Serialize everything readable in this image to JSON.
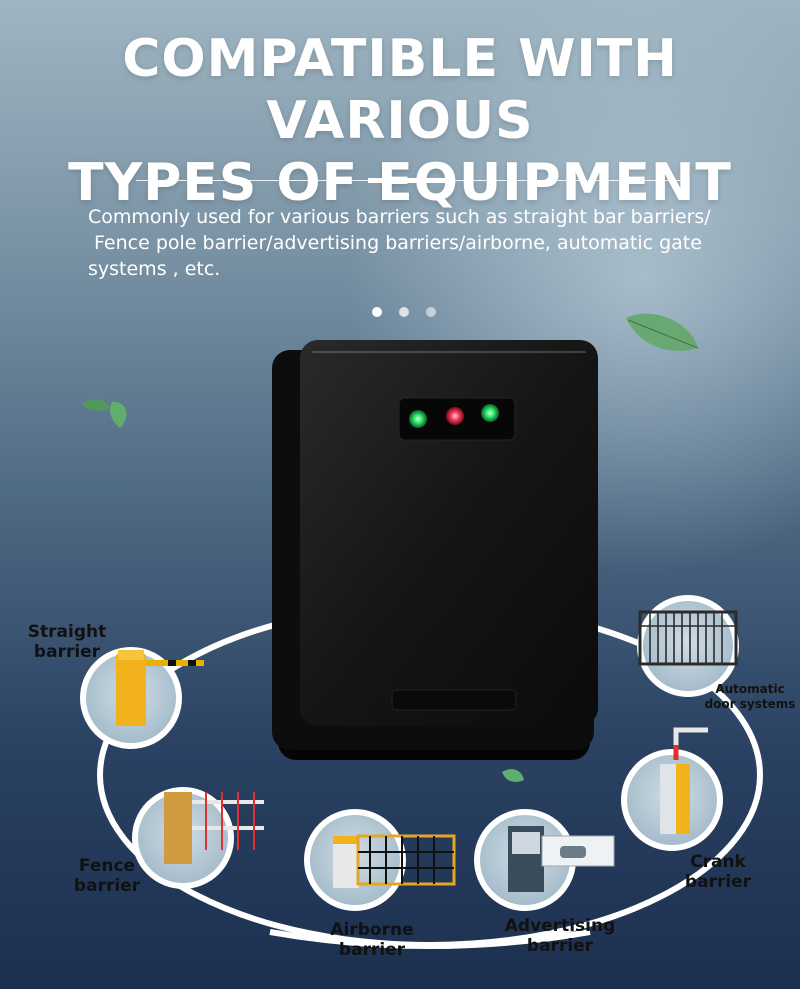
{
  "header": {
    "title_line1": "COMPATIBLE WITH VARIOUS",
    "title_line2": "TYPES OF EQUIPMENT",
    "subtitle_line1": "Commonly used for various barriers such as straight bar barriers/",
    "subtitle_line2": " Fence pole barrier/advertising barriers/airborne, automatic gate",
    "subtitle_line3": "systems , etc."
  },
  "carousel": {
    "active_index": 0,
    "total": 3
  },
  "colors": {
    "brand_white": "#ffffff",
    "device_black": "#141414",
    "led_green": "#2ee86a",
    "led_red": "#ff3b5a",
    "ring": "#ffffff",
    "barrier_yellow": "#f2b21c"
  },
  "device": {
    "leds": [
      "green",
      "red",
      "green"
    ]
  },
  "equipment": [
    {
      "id": "straight",
      "icon": "straight-barrier-icon",
      "line1": "Straight",
      "line2": "barrier"
    },
    {
      "id": "fence",
      "icon": "fence-barrier-icon",
      "line1": "Fence",
      "line2": "barrier"
    },
    {
      "id": "airborne",
      "icon": "airborne-barrier-icon",
      "line1": "Airborne",
      "line2": "barrier"
    },
    {
      "id": "advertising",
      "icon": "advertising-barrier-icon",
      "line1": "Advertising",
      "line2": "barrier"
    },
    {
      "id": "crank",
      "icon": "crank-barrier-icon",
      "line1": "Crank",
      "line2": "barrier"
    },
    {
      "id": "automatic",
      "icon": "automatic-door-icon",
      "line1": "Automatic",
      "line2": "door systems"
    }
  ]
}
